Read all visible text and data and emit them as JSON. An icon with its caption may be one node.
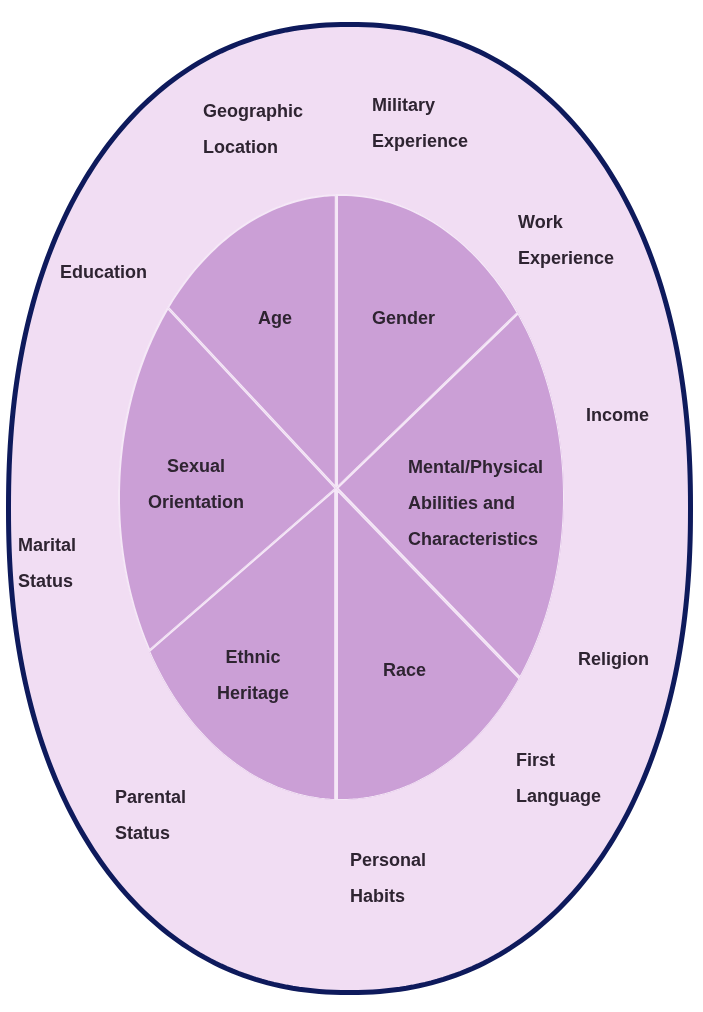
{
  "diagram": {
    "nodes": [
      {
        "text": [
          "Geographic Location",
          "Military Experience",
          "Work Experience",
          "Education",
          "Income",
          "Marital Status",
          "Religion",
          "First Language",
          "Parental Status",
          "Personal Habits"
        ]
      },
      {
        "text": [
          "Age"
        ],
        "in": 0
      },
      {
        "text": [
          "Gender"
        ],
        "in": 0
      },
      {
        "text": [
          "Sexual Orientation"
        ],
        "in": 0
      },
      {
        "text": [
          "Mental/Physical Abilities and Characteristics"
        ],
        "in": 0
      },
      {
        "text": [
          "Ethnic Heritage"
        ],
        "in": 0
      },
      {
        "text": [
          "Race"
        ],
        "in": 0
      }
    ]
  }
}
